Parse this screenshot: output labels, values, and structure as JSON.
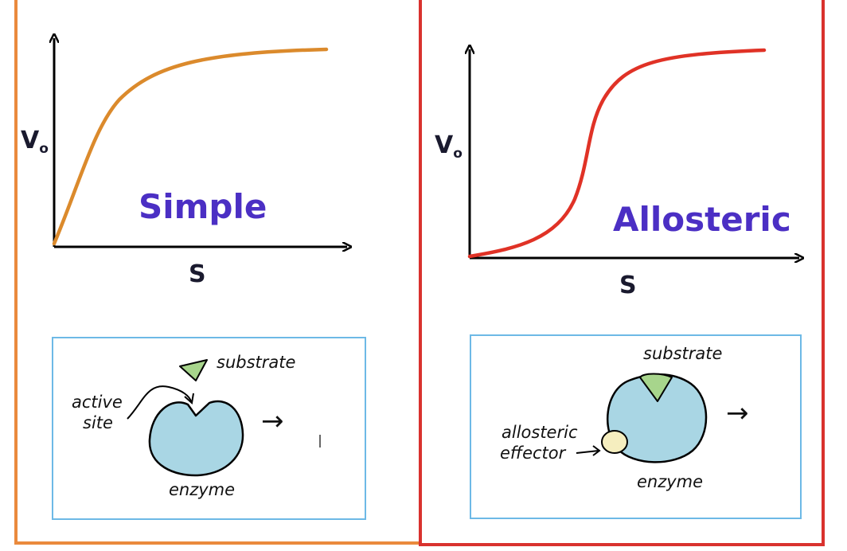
{
  "colors": {
    "simple_border": "#ea8a3d",
    "allosteric_border": "#d9322e",
    "simple_curve": "#db8a2c",
    "allosteric_curve": "#e03226",
    "title_purple": "#4b2fc4",
    "enzyme_fill": "#a9d6e4",
    "substrate_fill": "#a7d58c",
    "effector_fill": "#f5eebf",
    "box_border": "#6db9e6"
  },
  "simple": {
    "title": "Simple",
    "ylabel_main": "V",
    "ylabel_sub": "o",
    "xlabel": "S",
    "diagram": {
      "substrate_label": "substrate",
      "active_site_line1": "active",
      "active_site_line2": "site",
      "enzyme_label": "enzyme",
      "arrow": "→"
    }
  },
  "allosteric": {
    "title": "Allosteric",
    "ylabel_main": "V",
    "ylabel_sub": "o",
    "xlabel": "S",
    "diagram": {
      "substrate_label": "substrate",
      "effector_line1": "allosteric",
      "effector_line2": "effector",
      "enzyme_label": "enzyme",
      "arrow": "→"
    }
  }
}
